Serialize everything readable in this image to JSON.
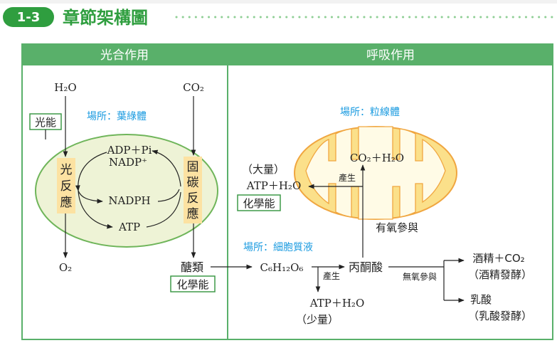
{
  "header": {
    "badge": "1-3",
    "title": "章節架構圖"
  },
  "photosynthesis": {
    "heading": "光合作用",
    "h2o_in": "H₂O",
    "co2_in": "CO₂",
    "light_energy": "光能",
    "location": "場所：葉綠體",
    "light_reaction": [
      "光",
      "反",
      "應"
    ],
    "carbon_fixation": [
      "固",
      "碳",
      "反",
      "應"
    ],
    "adp_pi": "ADP＋Pi",
    "nadp": "NADP⁺",
    "nadph": "NADPH",
    "atp": "ATP",
    "o2_out": "O₂",
    "sugar": "醣類",
    "chemical_energy": "化學能"
  },
  "respiration": {
    "heading": "呼吸作用",
    "location_mito": "場所：粒線體",
    "co2_h2o": "CO₂＋H₂O",
    "large_amount": "（大量）",
    "atp_h2o_large": "ATP＋H₂O",
    "produce_top": "產生",
    "chemical_energy": "化學能",
    "aerobic": "有氧參與",
    "location_cytoplasm": "場所：細胞質液",
    "glucose": "C₆H₁₂O₆",
    "pyruvate": "丙酮酸",
    "produce_bottom": "產生",
    "atp_h2o_small": "ATP＋H₂O",
    "small_amount": "（少量）",
    "anaerobic": "無氧參與",
    "alcohol_co2": "酒精＋CO₂",
    "alcohol_fermentation": "（酒精發酵）",
    "lactic_acid": "乳酸",
    "lactic_fermentation": "（乳酸發酵）"
  },
  "colors": {
    "brand_green": "#2f9e3f",
    "panel_border": "#59b06a",
    "chloroplast_fill": "#eef3d6",
    "mito_fill": "#fbe08a",
    "mito_border": "#f0a640",
    "reaction_box": "#fce2a2",
    "location_blue": "#1b9be0"
  }
}
